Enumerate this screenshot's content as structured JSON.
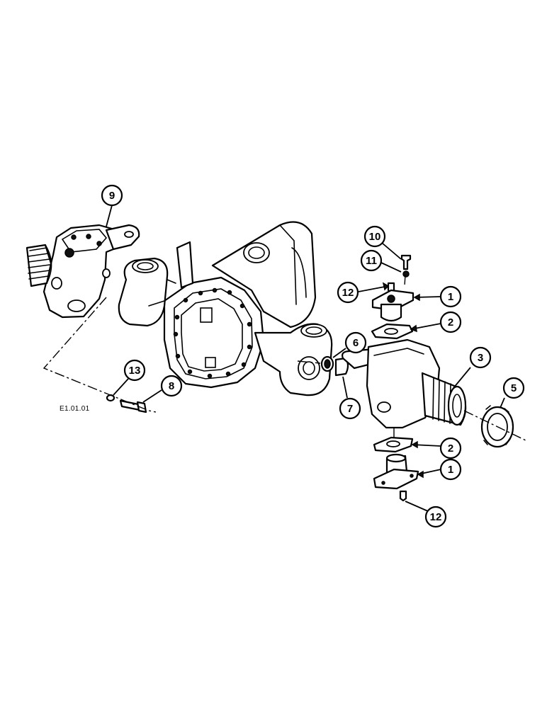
{
  "figure": {
    "reference": "E1.01.01"
  },
  "callouts": [
    {
      "id": "c9",
      "label": "9"
    },
    {
      "id": "c10",
      "label": "10"
    },
    {
      "id": "c11",
      "label": "11"
    },
    {
      "id": "c12a",
      "label": "12"
    },
    {
      "id": "c1a",
      "label": "1"
    },
    {
      "id": "c2a",
      "label": "2"
    },
    {
      "id": "c6",
      "label": "6"
    },
    {
      "id": "c3",
      "label": "3"
    },
    {
      "id": "c5",
      "label": "5"
    },
    {
      "id": "c7",
      "label": "7"
    },
    {
      "id": "c13",
      "label": "13"
    },
    {
      "id": "c8",
      "label": "8"
    },
    {
      "id": "c2b",
      "label": "2"
    },
    {
      "id": "c1b",
      "label": "1"
    },
    {
      "id": "c12b",
      "label": "12"
    }
  ]
}
